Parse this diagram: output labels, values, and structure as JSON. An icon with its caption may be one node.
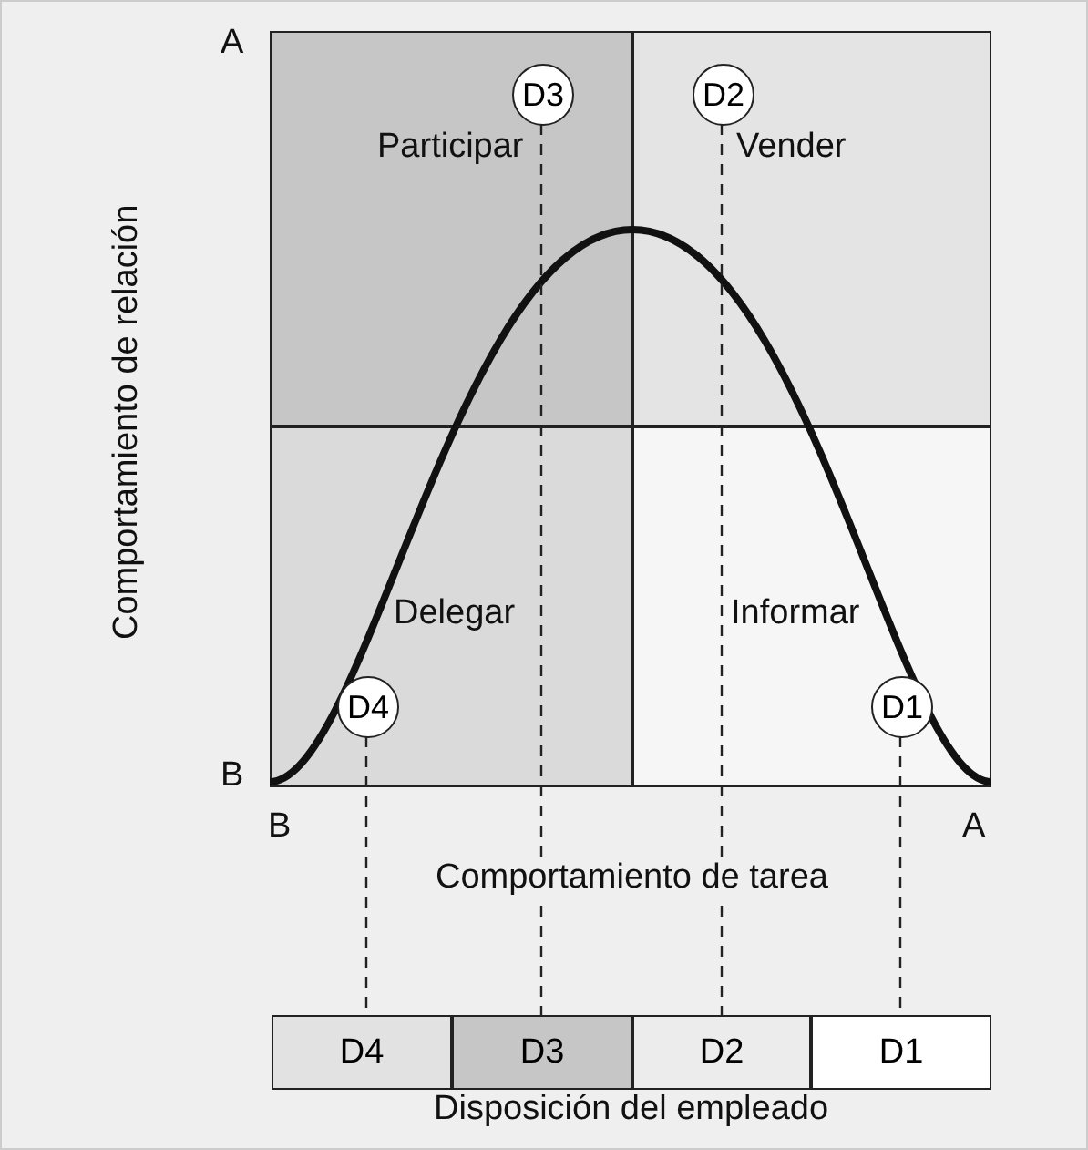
{
  "diagram": {
    "nodes": [
      {
        "text": [
          "Participar"
        ]
      },
      {
        "text": [
          "D3"
        ],
        "in": 0
      },
      {
        "text": [
          "Vender"
        ]
      },
      {
        "text": [
          "D2"
        ],
        "in": 2
      },
      {
        "text": [
          "Delegar"
        ]
      },
      {
        "text": [
          "D4"
        ],
        "in": 4
      },
      {
        "text": [
          "Informar"
        ]
      },
      {
        "text": [
          "D1"
        ],
        "in": 6
      },
      {
        "text": [
          "D4"
        ]
      },
      {
        "text": [
          "D3"
        ]
      },
      {
        "text": [
          "D2"
        ]
      },
      {
        "text": [
          "D1"
        ]
      }
    ],
    "edges": [
      {
        "from": 1,
        "to": 9,
        "arrow": "none",
        "style": "dashed"
      },
      {
        "from": 3,
        "to": 10,
        "arrow": "none",
        "style": "dashed"
      },
      {
        "from": 5,
        "to": 8,
        "arrow": "none",
        "style": "dashed"
      },
      {
        "from": 7,
        "to": 11,
        "arrow": "none",
        "style": "dashed"
      }
    ],
    "labels": [
      "A",
      "Comportamiento de relación",
      "B",
      "B",
      "A",
      "Comportamiento de tarea",
      "Disposición del empleado"
    ]
  }
}
